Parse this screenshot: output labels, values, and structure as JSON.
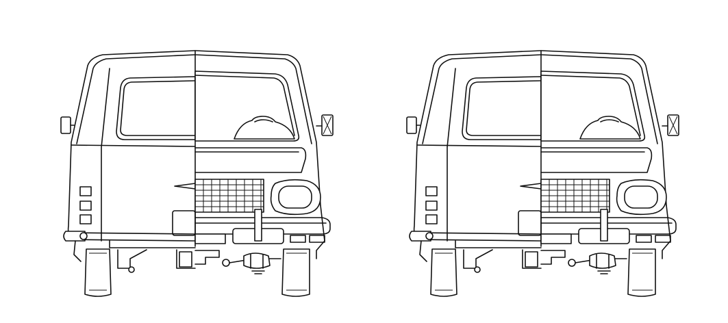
{
  "figure": {
    "description_labels": [],
    "views": [
      {
        "id": "left",
        "name": "van-front-rear-view"
      },
      {
        "id": "right",
        "name": "van-front-rear-view"
      }
    ],
    "colors": {
      "line": "#111111",
      "background": "#ffffff"
    }
  }
}
